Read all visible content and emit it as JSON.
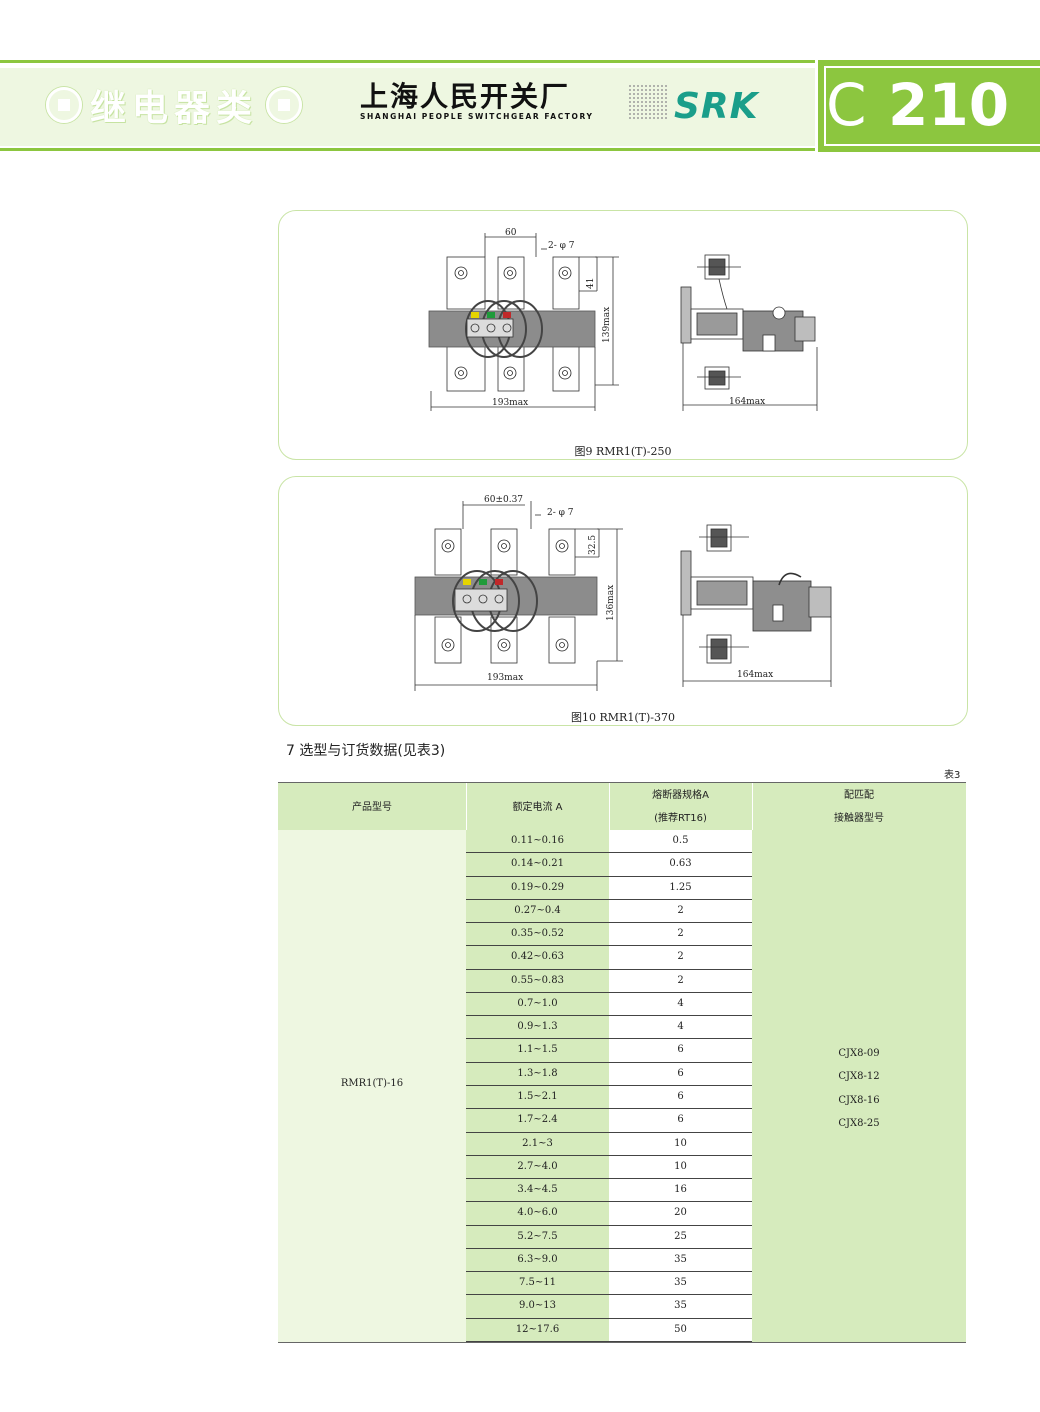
{
  "header": {
    "category": "继电器类",
    "company_cn": "上海人民开关厂",
    "company_en": "SHANGHAI PEOPLE SWITCHGEAR FACTORY",
    "brand": "SRK",
    "code_letter": "C",
    "code_number": "210",
    "accent_color": "#8cc63f"
  },
  "figures": [
    {
      "caption": "图9  RMR1(T)-250",
      "dims": {
        "top_spacing": "60",
        "holes": "2- φ 7",
        "height_small": "41",
        "height_max": "139max",
        "width_front": "193max",
        "width_side": "164max"
      }
    },
    {
      "caption": "图10  RMR1(T)-370",
      "dims": {
        "top_spacing": "60±0.37",
        "holes": "2- φ 7",
        "height_small": "32.5",
        "height_max": "136max",
        "width_front": "193max",
        "width_side": "164max"
      }
    }
  ],
  "section": {
    "heading": "7  选型与订货数据(见表3)",
    "table_tag": "表3"
  },
  "table": {
    "headers": {
      "model": "产品型号",
      "current": "额定电流 A",
      "fuse_line1": "熔断器规格A",
      "fuse_line2": "(推荐RT16)",
      "contactor_line1": "配匹配",
      "contactor_line2": "接触器型号"
    },
    "model": "RMR1(T)-16",
    "rows": [
      {
        "current": "0.11~0.16",
        "fuse": "0.5"
      },
      {
        "current": "0.14~0.21",
        "fuse": "0.63"
      },
      {
        "current": "0.19~0.29",
        "fuse": "1.25"
      },
      {
        "current": "0.27~0.4",
        "fuse": "2"
      },
      {
        "current": "0.35~0.52",
        "fuse": "2"
      },
      {
        "current": "0.42~0.63",
        "fuse": "2"
      },
      {
        "current": "0.55~0.83",
        "fuse": "2"
      },
      {
        "current": "0.7~1.0",
        "fuse": "4"
      },
      {
        "current": "0.9~1.3",
        "fuse": "4"
      },
      {
        "current": "1.1~1.5",
        "fuse": "6"
      },
      {
        "current": "1.3~1.8",
        "fuse": "6"
      },
      {
        "current": "1.5~2.1",
        "fuse": "6"
      },
      {
        "current": "1.7~2.4",
        "fuse": "6"
      },
      {
        "current": "2.1~3",
        "fuse": "10"
      },
      {
        "current": "2.7~4.0",
        "fuse": "10"
      },
      {
        "current": "3.4~4.5",
        "fuse": "16"
      },
      {
        "current": "4.0~6.0",
        "fuse": "20"
      },
      {
        "current": "5.2~7.5",
        "fuse": "25"
      },
      {
        "current": "6.3~9.0",
        "fuse": "35"
      },
      {
        "current": "7.5~11",
        "fuse": "35"
      },
      {
        "current": "9.0~13",
        "fuse": "35"
      },
      {
        "current": "12~17.6",
        "fuse": "50"
      }
    ],
    "contactors": [
      "CJX8-09",
      "CJX8-12",
      "CJX8-16",
      "CJX8-25"
    ]
  }
}
